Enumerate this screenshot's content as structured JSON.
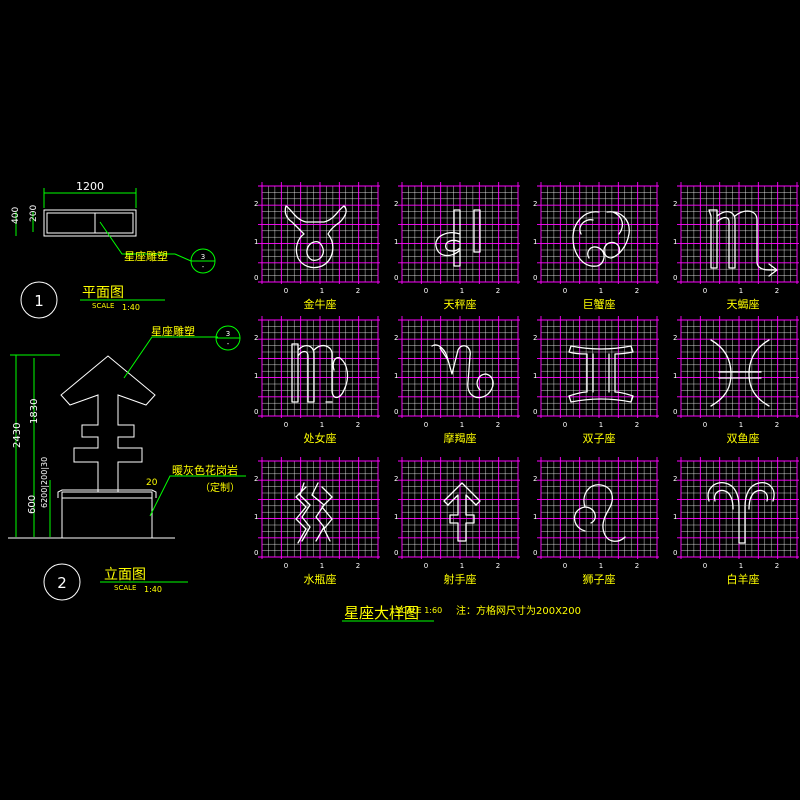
{
  "plan": {
    "width_dim": "1200",
    "height_dim_outer": "400",
    "height_dim_inner": "200",
    "callout_label": "星座雕塑",
    "marker_num": "1",
    "title": "平面图",
    "scale_prefix": "SCALE",
    "scale": "1:40",
    "ref_top": "3",
    "ref_bottom": "-"
  },
  "elevation": {
    "dim_total": "2430",
    "dim_upper": "1830",
    "dim_base": "600",
    "dim_stack": "6200|200|30",
    "dim_top_right": "20",
    "callout_sculpture": "星座雕塑",
    "callout_granite": "暖灰色花岗岩",
    "callout_granite_note": "（定制）",
    "marker_num": "2",
    "title": "立面图",
    "scale_prefix": "SCALE",
    "scale": "1:40",
    "ref_top": "3",
    "ref_bottom": "-"
  },
  "zodiac": {
    "ticks_x": [
      "0",
      "1",
      "2"
    ],
    "ticks_y": [
      "0",
      "1",
      "2"
    ],
    "panels": [
      {
        "name": "金牛座",
        "icon": "taurus-icon"
      },
      {
        "name": "天秤座",
        "icon": "libra-icon"
      },
      {
        "name": "巨蟹座",
        "icon": "cancer-icon"
      },
      {
        "name": "天蝎座",
        "icon": "scorpio-icon"
      },
      {
        "name": "处女座",
        "icon": "virgo-icon"
      },
      {
        "name": "摩羯座",
        "icon": "capricorn-icon"
      },
      {
        "name": "双子座",
        "icon": "gemini-icon"
      },
      {
        "name": "双鱼座",
        "icon": "pisces-icon"
      },
      {
        "name": "水瓶座",
        "icon": "aquarius-icon"
      },
      {
        "name": "射手座",
        "icon": "sagittarius-icon"
      },
      {
        "name": "狮子座",
        "icon": "leo-icon"
      },
      {
        "name": "白羊座",
        "icon": "aries-icon"
      }
    ],
    "footer_title": "星座大样图",
    "footer_scale": "SCALE 1:60",
    "footer_note": "注：方格网尺寸为200X200"
  },
  "colors": {
    "background": "#000000",
    "grid_major": "#ff00ff",
    "grid_minor": "#ffffff",
    "text_yellow": "#ffff00",
    "text_green": "#00ff00"
  }
}
